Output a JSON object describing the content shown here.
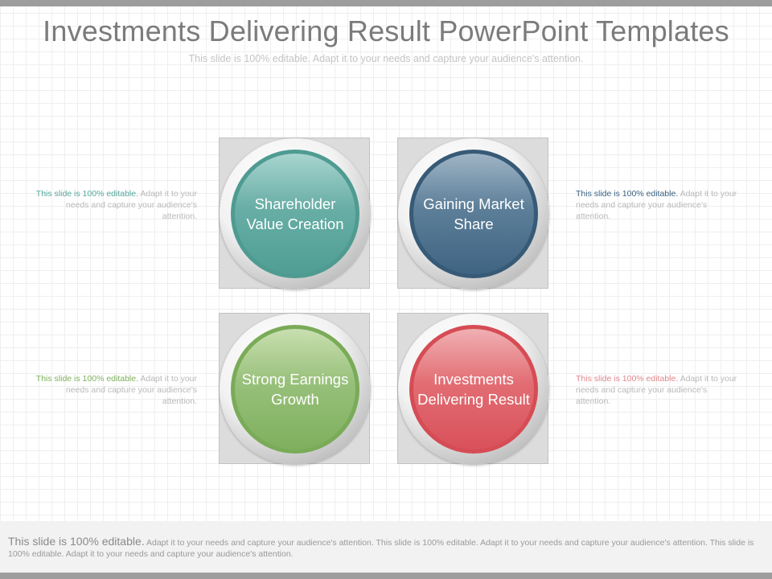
{
  "title": "Investments Delivering Result PowerPoint Templates",
  "subtitle": "This slide is 100% editable. Adapt it to your needs and capture your audience's attention.",
  "items": [
    {
      "label": "Shareholder Value Creation",
      "color": "#56a79c",
      "note_highlight": "This slide is 100% editable.",
      "note_text": "Adapt it to your needs and capture your audience's attention."
    },
    {
      "label": "Gaining Market Share",
      "color": "#3d6383",
      "note_highlight": "This slide is 100% editable.",
      "note_text": "Adapt it to your needs and capture your audience's attention."
    },
    {
      "label": "Strong Earnings Growth",
      "color": "#7fb05e",
      "note_highlight": "This slide is 100% editable.",
      "note_text": "Adapt it to your needs and capture your audience's attention."
    },
    {
      "label": "Investments Delivering Result",
      "color": "#e0878c",
      "note_highlight": "This slide is 100% editable.",
      "note_text": "Adapt it to your needs and capture your audience's attention."
    }
  ],
  "footer": {
    "lead": "This slide is 100% editable.",
    "text": "Adapt it to your needs and capture your audience's attention. This slide is 100% editable. Adapt it to your needs and capture your audience's attention. This slide is 100% editable. Adapt it to your needs and capture your audience's attention."
  }
}
